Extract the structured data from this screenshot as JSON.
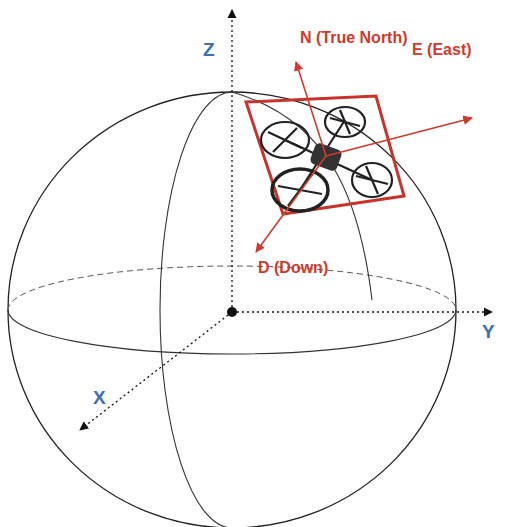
{
  "diagram": {
    "labels": [
      "Z",
      "N (True North)",
      "E (East)",
      "D (Down)",
      "Y",
      "X"
    ]
  }
}
